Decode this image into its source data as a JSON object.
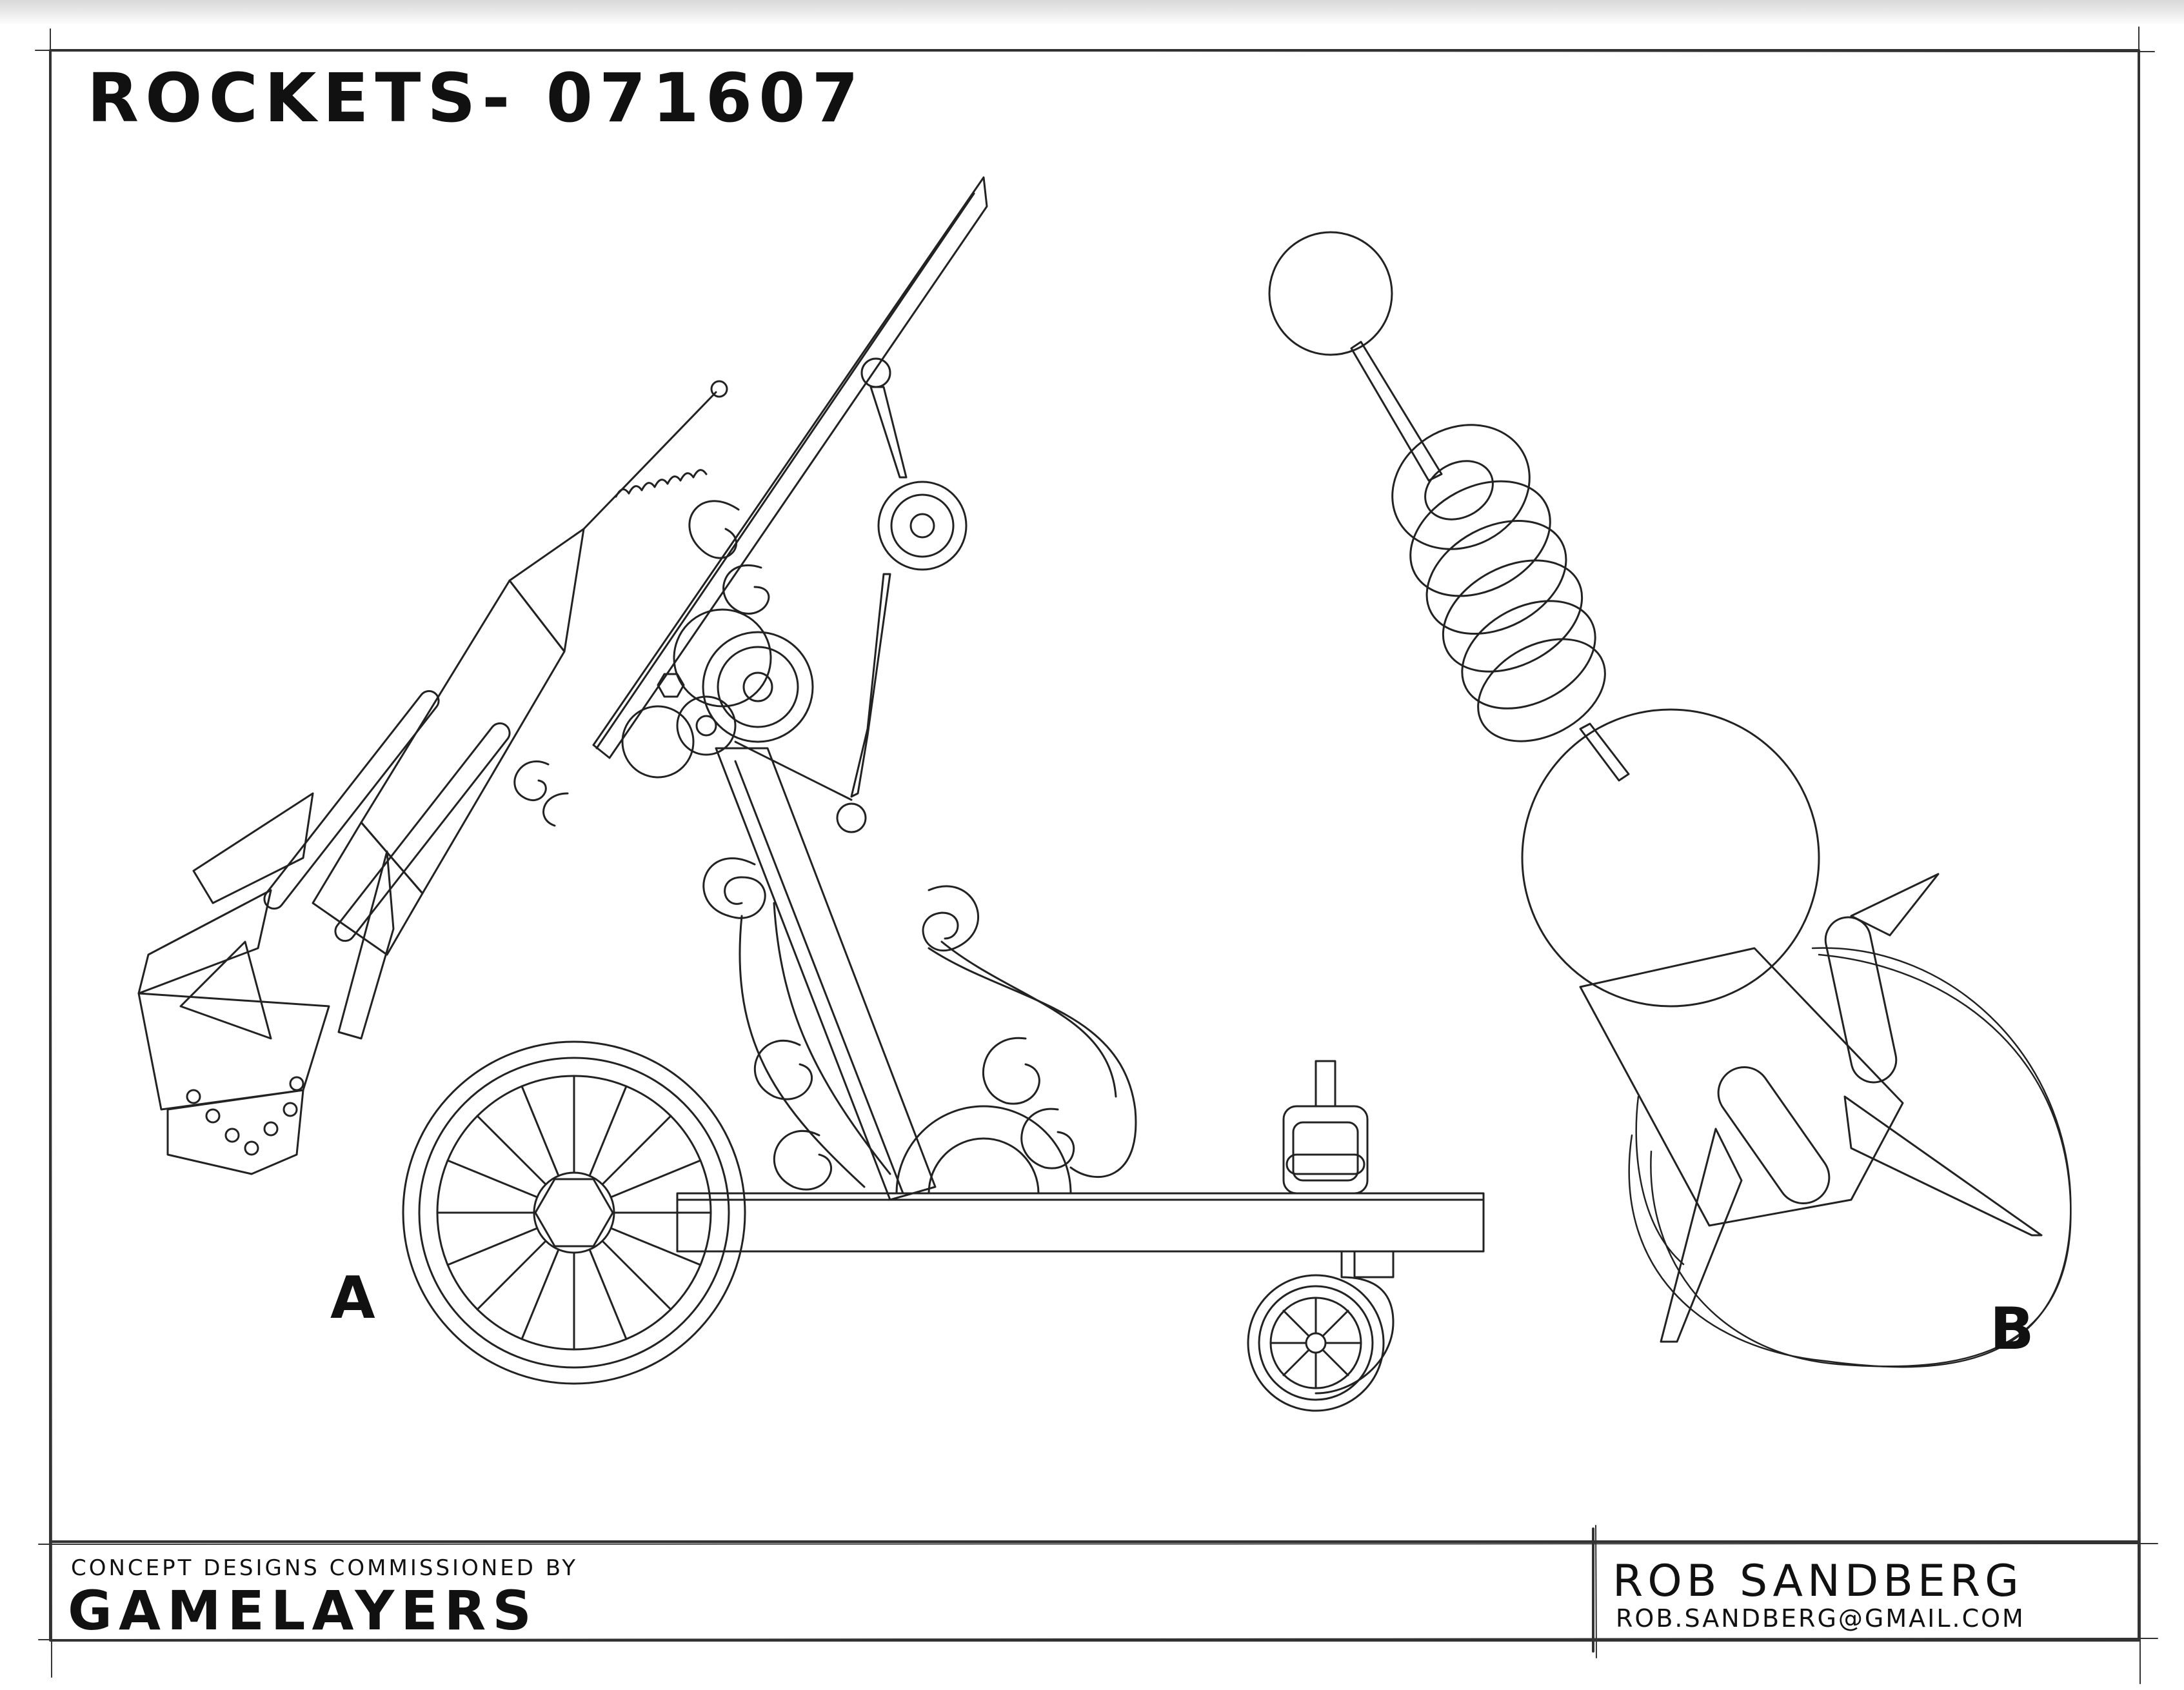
{
  "sheet": {
    "title": "ROCKETS- 071607",
    "label_a": "A",
    "label_b": "B"
  },
  "footer": {
    "credit": "CONCEPT DESIGNS COMMISSIONED BY",
    "client": "GAMELAYERS",
    "artist": "ROB SANDBERG",
    "email": "ROB.SANDBERG@GMAIL.COM"
  },
  "colors": {
    "ink": "#111111",
    "paper": "#ffffff"
  }
}
